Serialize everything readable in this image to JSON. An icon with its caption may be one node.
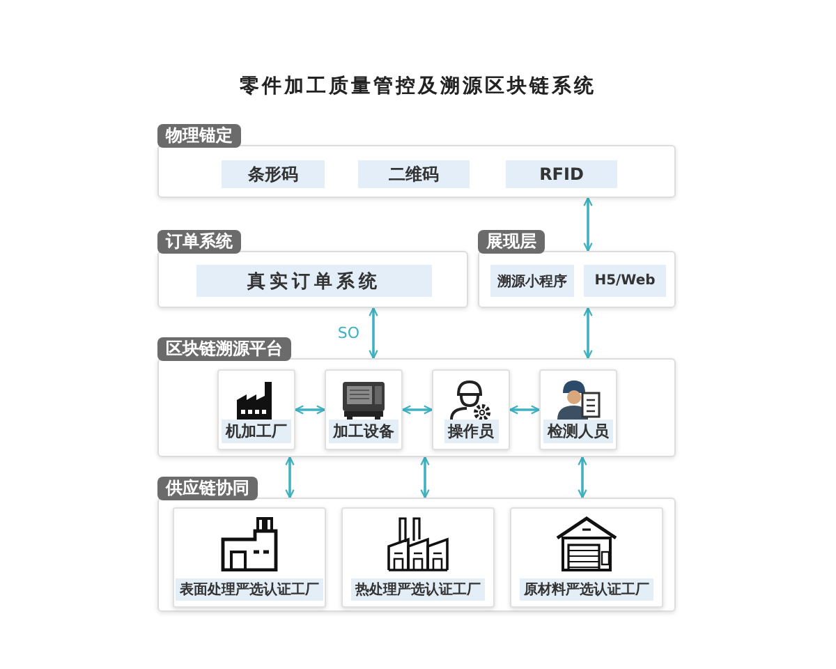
{
  "diagram": {
    "title": "零件加工质量管控及溯源区块链系统",
    "nodes": [
      {
        "text": [
          "物理锚定"
        ]
      },
      {
        "text": [
          "条形码"
        ],
        "in": 0
      },
      {
        "text": [
          "二维码"
        ],
        "in": 0
      },
      {
        "text": [
          "RFID"
        ],
        "in": 0
      },
      {
        "text": [
          "订单系统"
        ]
      },
      {
        "text": [
          "真实订单系统"
        ],
        "in": 4
      },
      {
        "text": [
          "展现层"
        ]
      },
      {
        "text": [
          "溯源小程序"
        ],
        "in": 6
      },
      {
        "text": [
          "H5/Web"
        ],
        "in": 6
      },
      {
        "text": [
          "区块链溯源平台"
        ]
      },
      {
        "text": [
          "机加工厂"
        ],
        "in": 9
      },
      {
        "text": [
          "加工设备"
        ],
        "in": 9
      },
      {
        "text": [
          "操作员"
        ],
        "in": 9
      },
      {
        "text": [
          "检测人员"
        ],
        "in": 9
      },
      {
        "text": [
          "供应链协同"
        ]
      },
      {
        "text": [
          "表面处理严选认证工厂"
        ],
        "in": 14
      },
      {
        "text": [
          "热处理严选认证工厂"
        ],
        "in": 14
      },
      {
        "text": [
          "原材料严选认证工厂"
        ],
        "in": 14
      }
    ],
    "edges": [
      {
        "from": 0,
        "to": 6,
        "arrow": "both"
      },
      {
        "from": 4,
        "to": 9,
        "arrow": "both",
        "label": "SO"
      },
      {
        "from": 6,
        "to": 9,
        "arrow": "both"
      },
      {
        "from": 10,
        "to": 11,
        "arrow": "both"
      },
      {
        "from": 11,
        "to": 12,
        "arrow": "both"
      },
      {
        "from": 12,
        "to": 13,
        "arrow": "both"
      },
      {
        "from": 9,
        "to": 14,
        "arrow": "both"
      },
      {
        "from": 9,
        "to": 14,
        "arrow": "both"
      },
      {
        "from": 9,
        "to": 14,
        "arrow": "both"
      }
    ]
  }
}
